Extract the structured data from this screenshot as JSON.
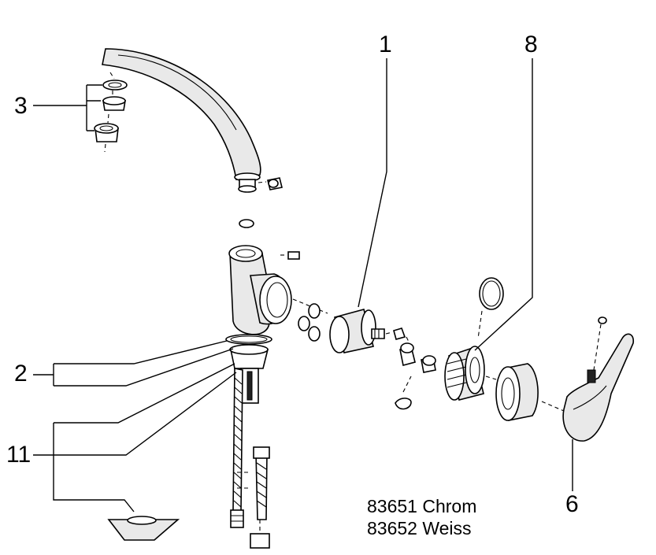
{
  "callouts": {
    "c1": "1",
    "c8": "8",
    "c3": "3",
    "c2": "2",
    "c11": "11",
    "c6": "6"
  },
  "variants": {
    "chrome": "83651 Chrom",
    "white": "83652 Weiss"
  }
}
